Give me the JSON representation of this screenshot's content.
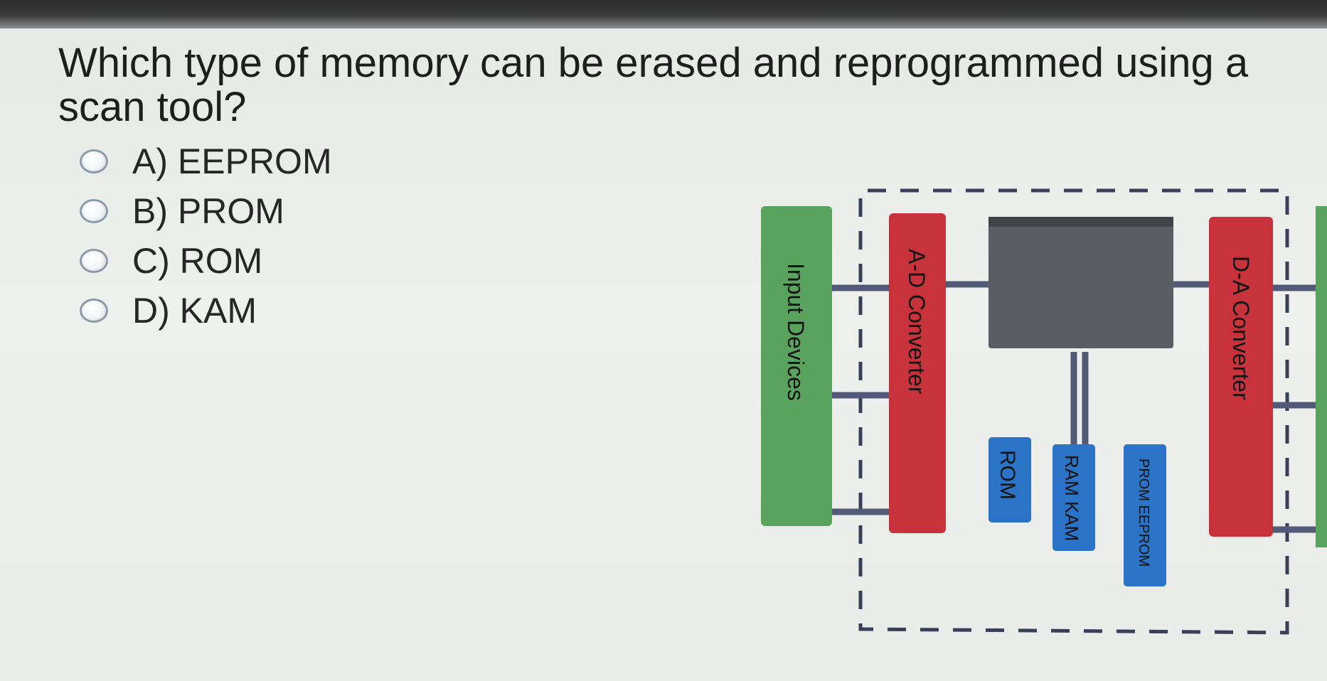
{
  "question": {
    "text": "Which type of memory can be erased and reprogrammed using a scan tool?"
  },
  "options": [
    {
      "label": "A) EEPROM"
    },
    {
      "label": "B) PROM"
    },
    {
      "label": "C) ROM"
    },
    {
      "label": "D) KAM"
    }
  ],
  "diagram": {
    "input_devices": "Input Devices",
    "ad_converter": "A-D Converter",
    "da_converter": "D-A Converter",
    "rom": "ROM",
    "ram_kam": "RAM KAM",
    "prom_eeprom": "PROM EEPROM",
    "colors": {
      "green": "#5aa35e",
      "red": "#c8323a",
      "blue": "#2a73c6",
      "cpu": "#5a5e64",
      "bus": "#525a78"
    }
  }
}
